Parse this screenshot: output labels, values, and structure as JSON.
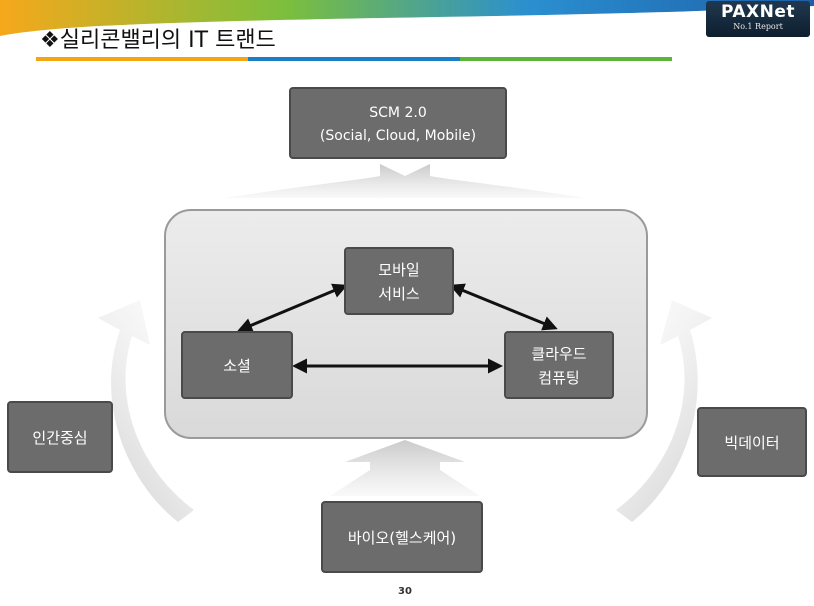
{
  "header": {
    "title": "❖실리콘밸리의 IT 트랜드",
    "logo": {
      "brand": "PAXNet",
      "tagline": "No.1 Report"
    },
    "rule_colors": [
      "#f3a60f",
      "#1a7fc6",
      "#5cb43a"
    ]
  },
  "diagram": {
    "top_box": {
      "line1": "SCM 2.0",
      "line2": "(Social, Cloud, Mobile)"
    },
    "mobile_box": {
      "line1": "모바일",
      "line2": "서비스"
    },
    "social_box": {
      "label": "소셜"
    },
    "cloud_box": {
      "line1": "클라우드",
      "line2": "컴퓨팅"
    },
    "left_box": {
      "label": "인간중심"
    },
    "right_box": {
      "label": "빅데이터"
    },
    "bottom_box": {
      "label": "바이오(헬스케어)"
    }
  },
  "footer": {
    "page_number": "30"
  }
}
